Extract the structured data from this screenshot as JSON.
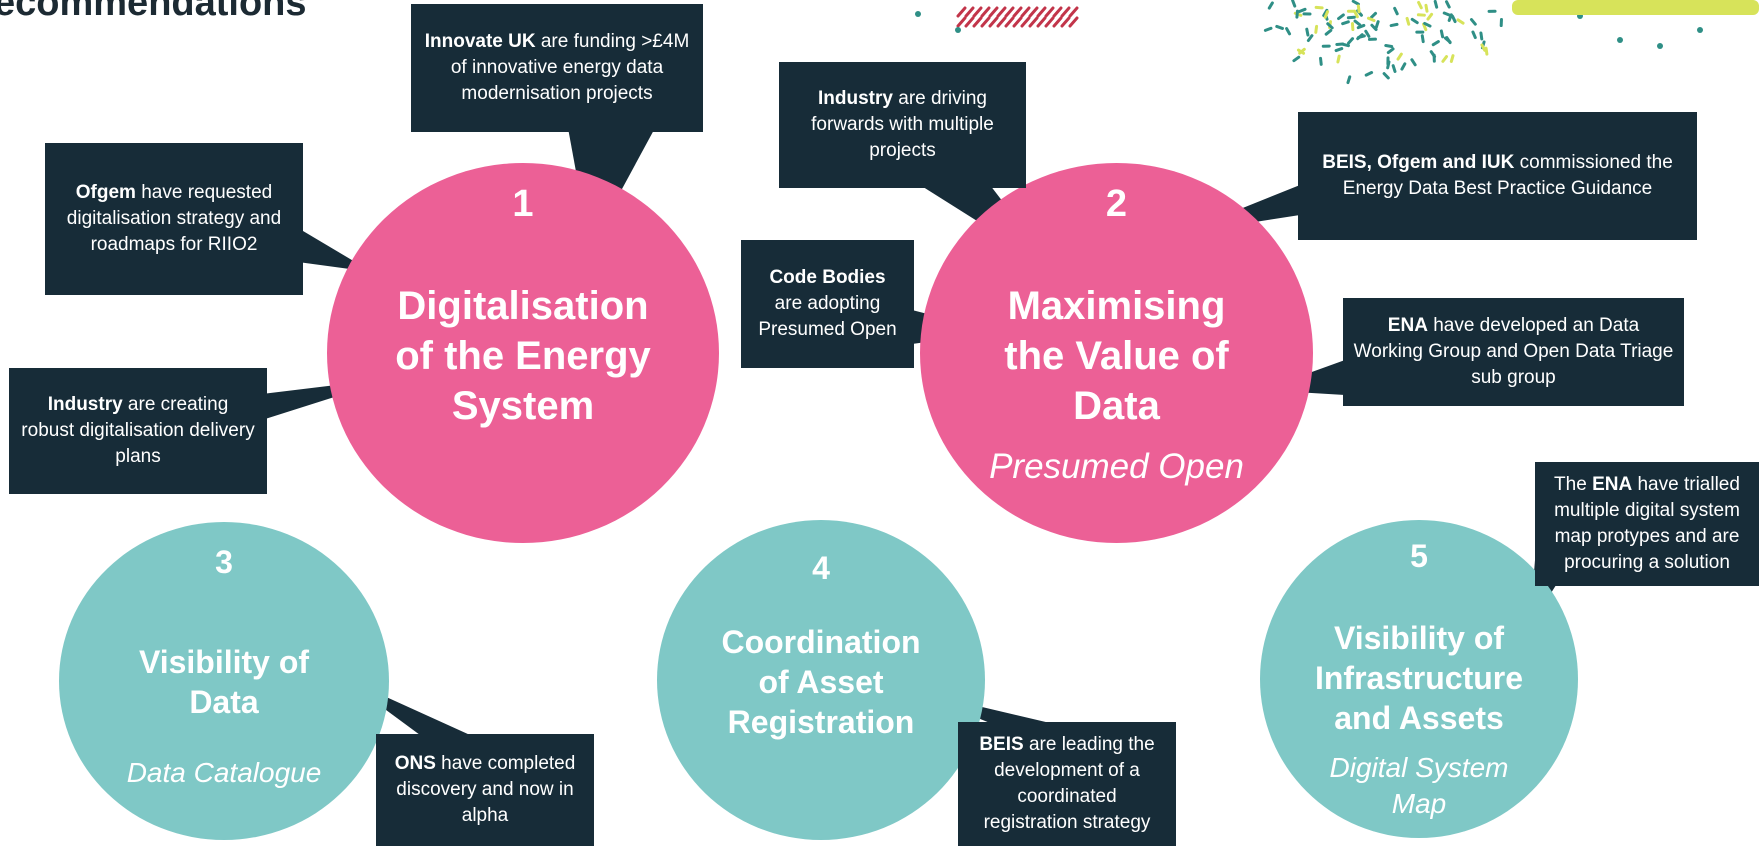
{
  "header": {
    "title_fragment": "ecommendations"
  },
  "colors": {
    "pink": "#ec6096",
    "teal": "#7fc8c6",
    "callout_bg": "#172c38",
    "text": "#ffffff",
    "deco_red": "#c2354a",
    "deco_green": "#2f8f86",
    "deco_lime": "#d7e35a"
  },
  "themes": [
    {
      "number": "1",
      "heading": [
        "Digitalisation",
        "of the Energy",
        "System"
      ],
      "subtitle": ""
    },
    {
      "number": "2",
      "heading": [
        "Maximising",
        "the Value of",
        "Data"
      ],
      "subtitle": "Presumed Open"
    },
    {
      "number": "3",
      "heading": [
        "Visibility of",
        "Data"
      ],
      "subtitle": "Data Catalogue"
    },
    {
      "number": "4",
      "heading": [
        "Coordination",
        "of Asset",
        "Registration"
      ],
      "subtitle": ""
    },
    {
      "number": "5",
      "heading": [
        "Visibility of",
        "Infrastructure",
        "and Assets"
      ],
      "subtitle_lines": [
        "Digital System",
        "Map"
      ]
    }
  ],
  "callouts": [
    {
      "bold": "Innovate  UK",
      "text": " are funding >£4M of innovative energy data modernisation  projects"
    },
    {
      "bold": "Ofgem",
      "text": " have requested digitalisation  strategy and roadmaps  for RIIO2"
    },
    {
      "bold": "Industry",
      "text": " are creating robust digitalisation delivery  plans"
    },
    {
      "bold": "Industry",
      "text": " are driving forwards  with multiple projects"
    },
    {
      "bold": "BEIS, Ofgem and IUK",
      "text": " commissioned the Energy Data Best Practice  Guidance"
    },
    {
      "bold": "Code Bodies",
      "text": " are adopting Presumed Open"
    },
    {
      "bold": "ENA",
      "text": " have developed  an Data Working  Group and Open Data Triage sub group"
    },
    {
      "bold": "ENA",
      "prefix": "The ",
      "text": " have trialled multiple digital system map protypes  and are procuring  a solution"
    },
    {
      "bold": "ONS",
      "text": " have completed  discovery and now in alpha"
    },
    {
      "bold": "BEIS",
      "text": " are leading  the development  of a coordinated registration  strategy"
    }
  ]
}
